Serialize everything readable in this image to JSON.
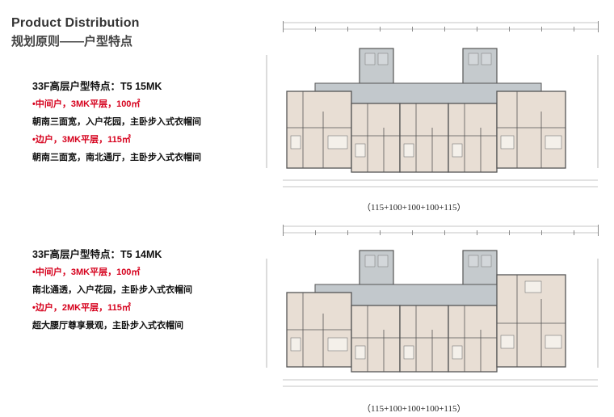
{
  "header": {
    "title": "Product Distribution",
    "subtitle": "规划原则——户型特点"
  },
  "block1": {
    "title": "33F高层户型特点：T5 15MK",
    "line1": "•中间户，3MK平层，100㎡",
    "line2": "朝南三面宽，入户花园，主卧步入式衣帽间",
    "line3": "•边户，3MK平层，115㎡",
    "line4": "朝南三面宽，南北通厅，主卧步入式衣帽间"
  },
  "block2": {
    "title": "33F高层户型特点：T5 14MK",
    "line1": "•中间户，3MK平层，100㎡",
    "line2": "南北通透，入户花园，主卧步入式衣帽间",
    "line3": "•边户，2MK平层，115㎡",
    "line4": "超大腰厅尊享景观，主卧步入式衣帽间"
  },
  "plan1": {
    "caption": "（115+100+100+100+115）"
  },
  "plan2": {
    "caption": "（115+100+100+100+115）"
  },
  "colors": {
    "red": "#d6001c",
    "wall": "#555555",
    "floor_beige": "#e7ddd2",
    "floor_gray": "#b9bfc3",
    "line": "#7a7a7a"
  }
}
